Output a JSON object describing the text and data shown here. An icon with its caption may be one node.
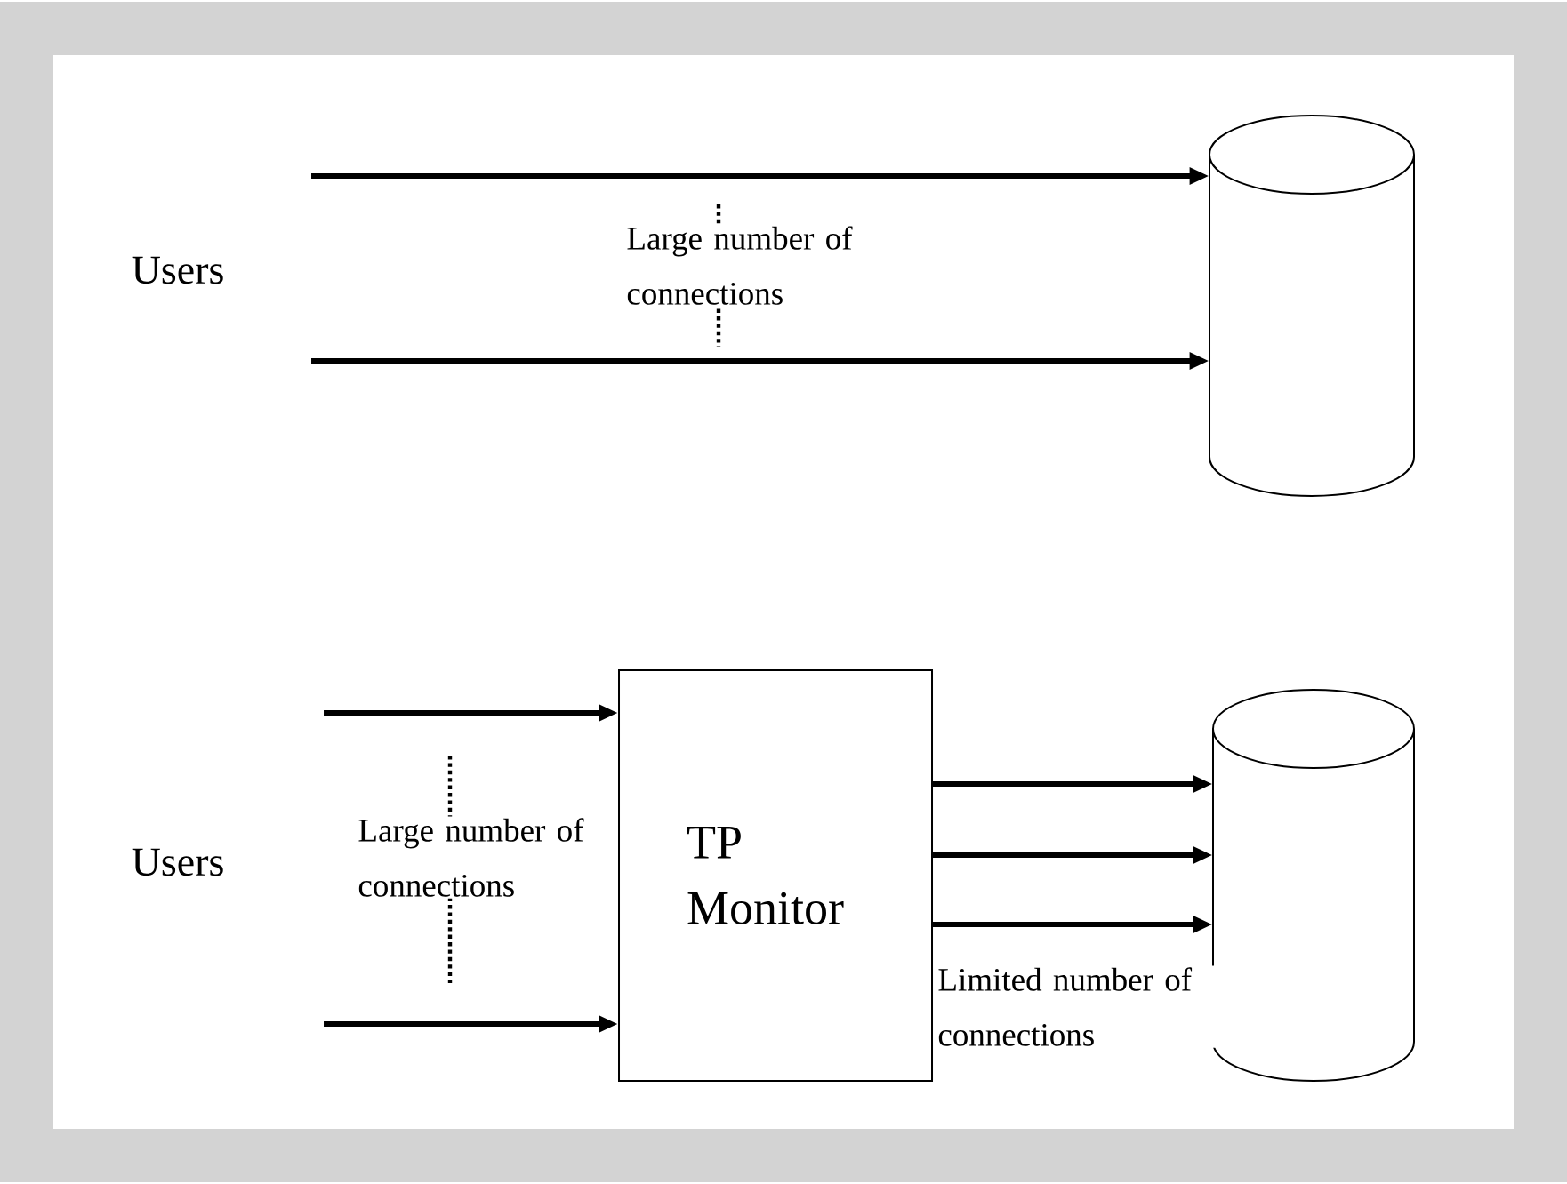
{
  "diagram": {
    "nodes": [
      {
        "text": [
          "Users"
        ]
      },
      {
        "text": [],
        "shape": "cylinder"
      },
      {
        "text": [
          "Users"
        ]
      },
      {
        "text": [
          "TP Monitor"
        ]
      },
      {
        "text": [],
        "shape": "cylinder"
      }
    ],
    "edges": [
      {
        "from": null,
        "to": 1,
        "arrow": "to"
      },
      {
        "from": null,
        "to": 1,
        "arrow": "to"
      },
      {
        "from": null,
        "to": 3,
        "arrow": "to"
      },
      {
        "from": null,
        "to": 3,
        "arrow": "to"
      },
      {
        "from": 3,
        "to": 4,
        "arrow": "to"
      },
      {
        "from": 3,
        "to": 4,
        "arrow": "to"
      },
      {
        "from": 3,
        "to": 4,
        "arrow": "to"
      }
    ],
    "labels": [
      "Large number of connections",
      "Large number of connections",
      "Limited number of connections"
    ]
  }
}
